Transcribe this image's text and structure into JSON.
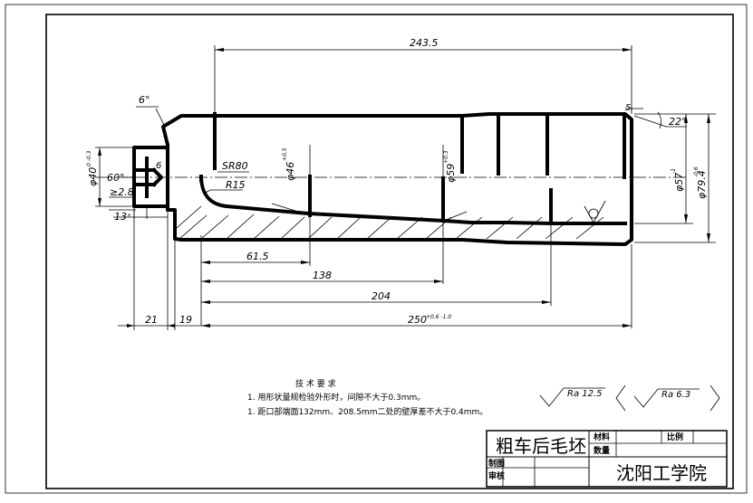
{
  "dimensions": {
    "overall_top": "243.5",
    "chamfer_angle": "6°",
    "right_gap": "5",
    "right_angle": "22°",
    "tip_angle": "60°",
    "tip_step": "6",
    "tip_dia": "φ40",
    "tip_dia_tol": "0\n-0.3",
    "tip_chamfer": "≥2.8",
    "tip_len": "13",
    "tip_len_tol": "±",
    "sphere": "SR80",
    "radius": "R15",
    "dia46": "φ46",
    "dia46_tol": "+0.5",
    "dia59": "φ59",
    "dia59_tol": "+0.3",
    "dia57": "φ57",
    "dia57_tol": "-1",
    "dia79": "φ79.4",
    "dia79_tol": "-0.6",
    "len61": "61.5",
    "len138": "138",
    "len204": "204",
    "len21": "21",
    "len19": "19",
    "len250": "250",
    "len250_tol": "+0.6 -1.0"
  },
  "technical_requirements": {
    "title": "技 术 要 求",
    "items": [
      "1. 用形状量规检验外形时，间隙不大于0.3mm。",
      "1. 距口部端面132mm、208.5mm二处的壁厚差不大于0.4mm。"
    ]
  },
  "roughness": {
    "main": "Ra 12.5",
    "rest": "Ra 6.3"
  },
  "title_block": {
    "part_name": "粗车后毛坯",
    "material_label": "材料",
    "quantity_label": "数量",
    "scale_label": "比例",
    "drawn_label": "制图",
    "checked_label": "审核",
    "school": "沈阳工学院"
  }
}
